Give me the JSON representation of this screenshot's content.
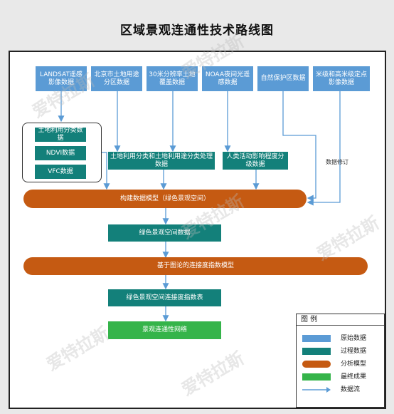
{
  "title": "区域景观连通性技术路线图",
  "raw_data": [
    "LANDSAT遥感影像数据",
    "北京市土地用途分区数据",
    "30米分辨率土地覆盖数据",
    "NOAA夜间光遥感数据",
    "自然保护区数据",
    "米级和高米级定点影像数据"
  ],
  "group_items": [
    "土地利用分类数据",
    "NDVI数据",
    "VFC数据"
  ],
  "process_boxes": {
    "landuse": "土地利用分类和土地利用途分类处理数据",
    "human": "人类活动影响程度分级数据"
  },
  "note_correction": "数据修订",
  "models": {
    "model1": "构建数据模型（绿色景观空间）",
    "model2": "基于图论的连接度指数模型"
  },
  "process_green": "绿色景观空间数据",
  "process_index": "绿色景观空间连接度指数表",
  "final_result": "景观连通性网络",
  "legend": {
    "title": "图  例",
    "items": [
      {
        "label": "原始数据",
        "swatch": "raw"
      },
      {
        "label": "过程数据",
        "swatch": "process"
      },
      {
        "label": "分析模型",
        "swatch": "model"
      },
      {
        "label": "最终成果",
        "swatch": "final"
      },
      {
        "label": "数据流",
        "swatch": "arrow"
      }
    ]
  },
  "watermark": "爱特拉斯",
  "colors": {
    "raw": "#5b9bd5",
    "process": "#13807a",
    "model": "#c55a12",
    "final": "#35b44a",
    "arrow": "#5b9bd5"
  }
}
